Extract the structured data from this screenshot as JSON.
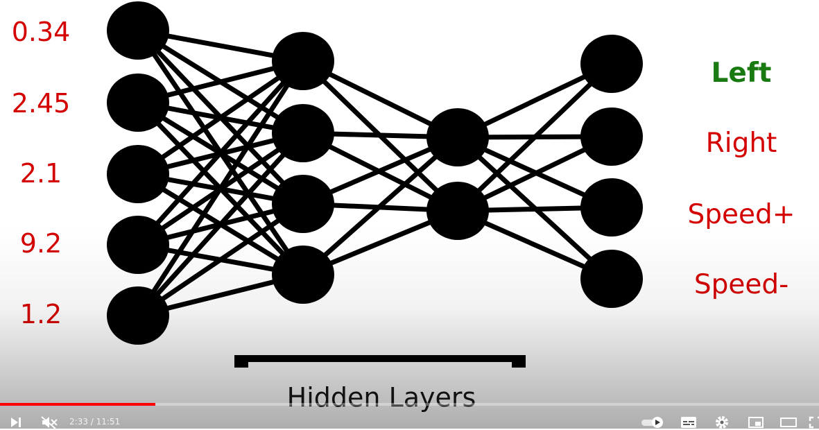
{
  "network": {
    "inputs": [
      "0.34",
      "2.45",
      "2.1",
      "9.2",
      "1.2"
    ],
    "outputs": [
      "Left",
      "Right",
      "Speed+",
      "Speed-"
    ],
    "active_output": "Left",
    "hidden_label": "Hidden Layers",
    "layer_sizes": [
      5,
      4,
      2,
      4
    ]
  },
  "player": {
    "current_time": "2:33",
    "duration": "11:51",
    "time_display": "2:33 / 11:51",
    "progress": 0.19,
    "colors": {
      "played": "#ff0000",
      "input_text": "#d40000",
      "active_output": "#1a7a12"
    },
    "icons": [
      "next-icon",
      "muted-volume-icon",
      "autoplay-toggle-icon",
      "subtitles-icon",
      "settings-icon",
      "miniplayer-icon",
      "theater-mode-icon",
      "fullscreen-icon"
    ]
  }
}
